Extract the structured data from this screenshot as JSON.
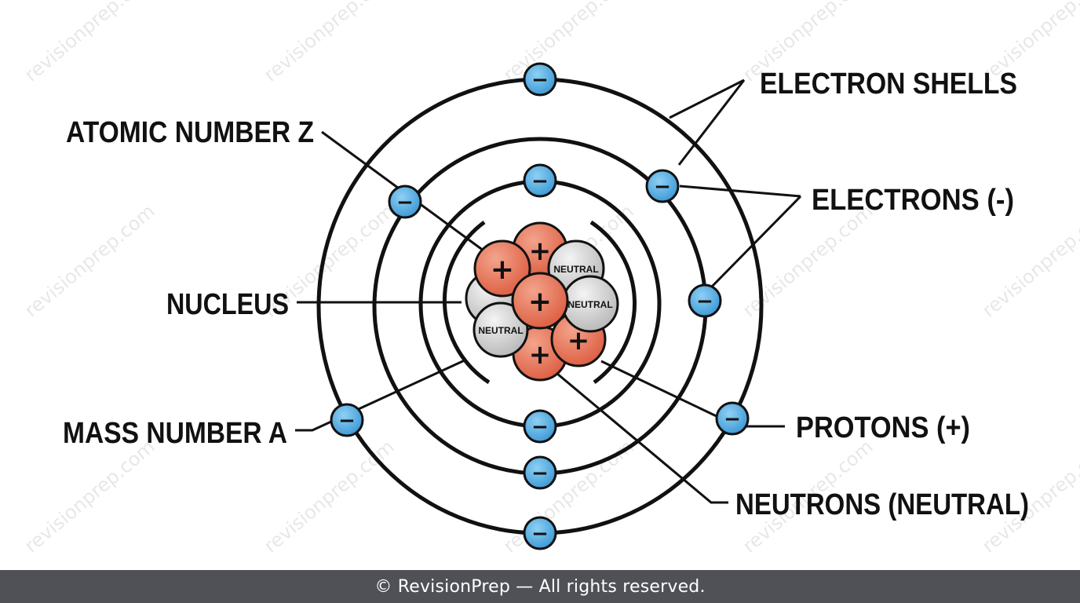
{
  "watermark": {
    "text": "revisionprep.com"
  },
  "labels": {
    "atomic_number": "ATOMIC NUMBER Z",
    "nucleus": "NUCLEUS",
    "mass_number": "MASS NUMBER A",
    "electron_shells": "ELECTRON SHELLS",
    "electrons": "ELECTRONS (-)",
    "protons": "PROTONS (+)",
    "neutrons": "NEUTRONS (NEUTRAL)"
  },
  "particles": {
    "electron_sign": "−",
    "proton_sign": "+",
    "neutron_text": "NEUTRAL"
  },
  "colors": {
    "electron": "#4ea8dc",
    "proton": "#e8755a",
    "neutron": "#d2d2d2",
    "outline": "#111111",
    "footer_bg": "#4f5157"
  },
  "footer": {
    "text": "© RevisionPrep — All rights reserved."
  }
}
